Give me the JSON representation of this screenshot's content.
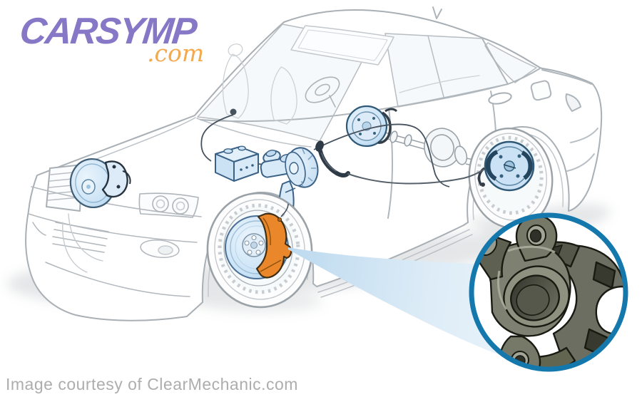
{
  "logo": {
    "brand": "CARSYMP",
    "tld": ".com",
    "brand_color": "#8678C6",
    "tld_color": "#F3A94E"
  },
  "footer": {
    "credit_text": "Image courtesy of ClearMechanic.com",
    "color": "#ADADAD"
  },
  "illustration": {
    "subject": "ghosted line-art sedan showing brake system components",
    "car_line_color": "#A8AFB5",
    "brake_component_fill": "#D8EAF8",
    "brake_component_stroke": "#3A6186",
    "highlighted_part_color": "#E9872A",
    "callout_border_color": "#1478AD",
    "callout_part_color": "#7E8172",
    "beam_color": "#BDDAEF",
    "icons": [
      "car-line-art",
      "front-brake-disc-icon",
      "far-side-brake-disc-icon",
      "orange-caliper-highlight-icon",
      "abs-module-icon",
      "brake-booster-icon",
      "master-cylinder-icon",
      "handbrake-lever-icon",
      "rear-drum-left-icon",
      "rear-drum-right-icon",
      "rear-axle-icon",
      "magnifier-callout-circle",
      "brake-caliper-3d-icon"
    ]
  }
}
